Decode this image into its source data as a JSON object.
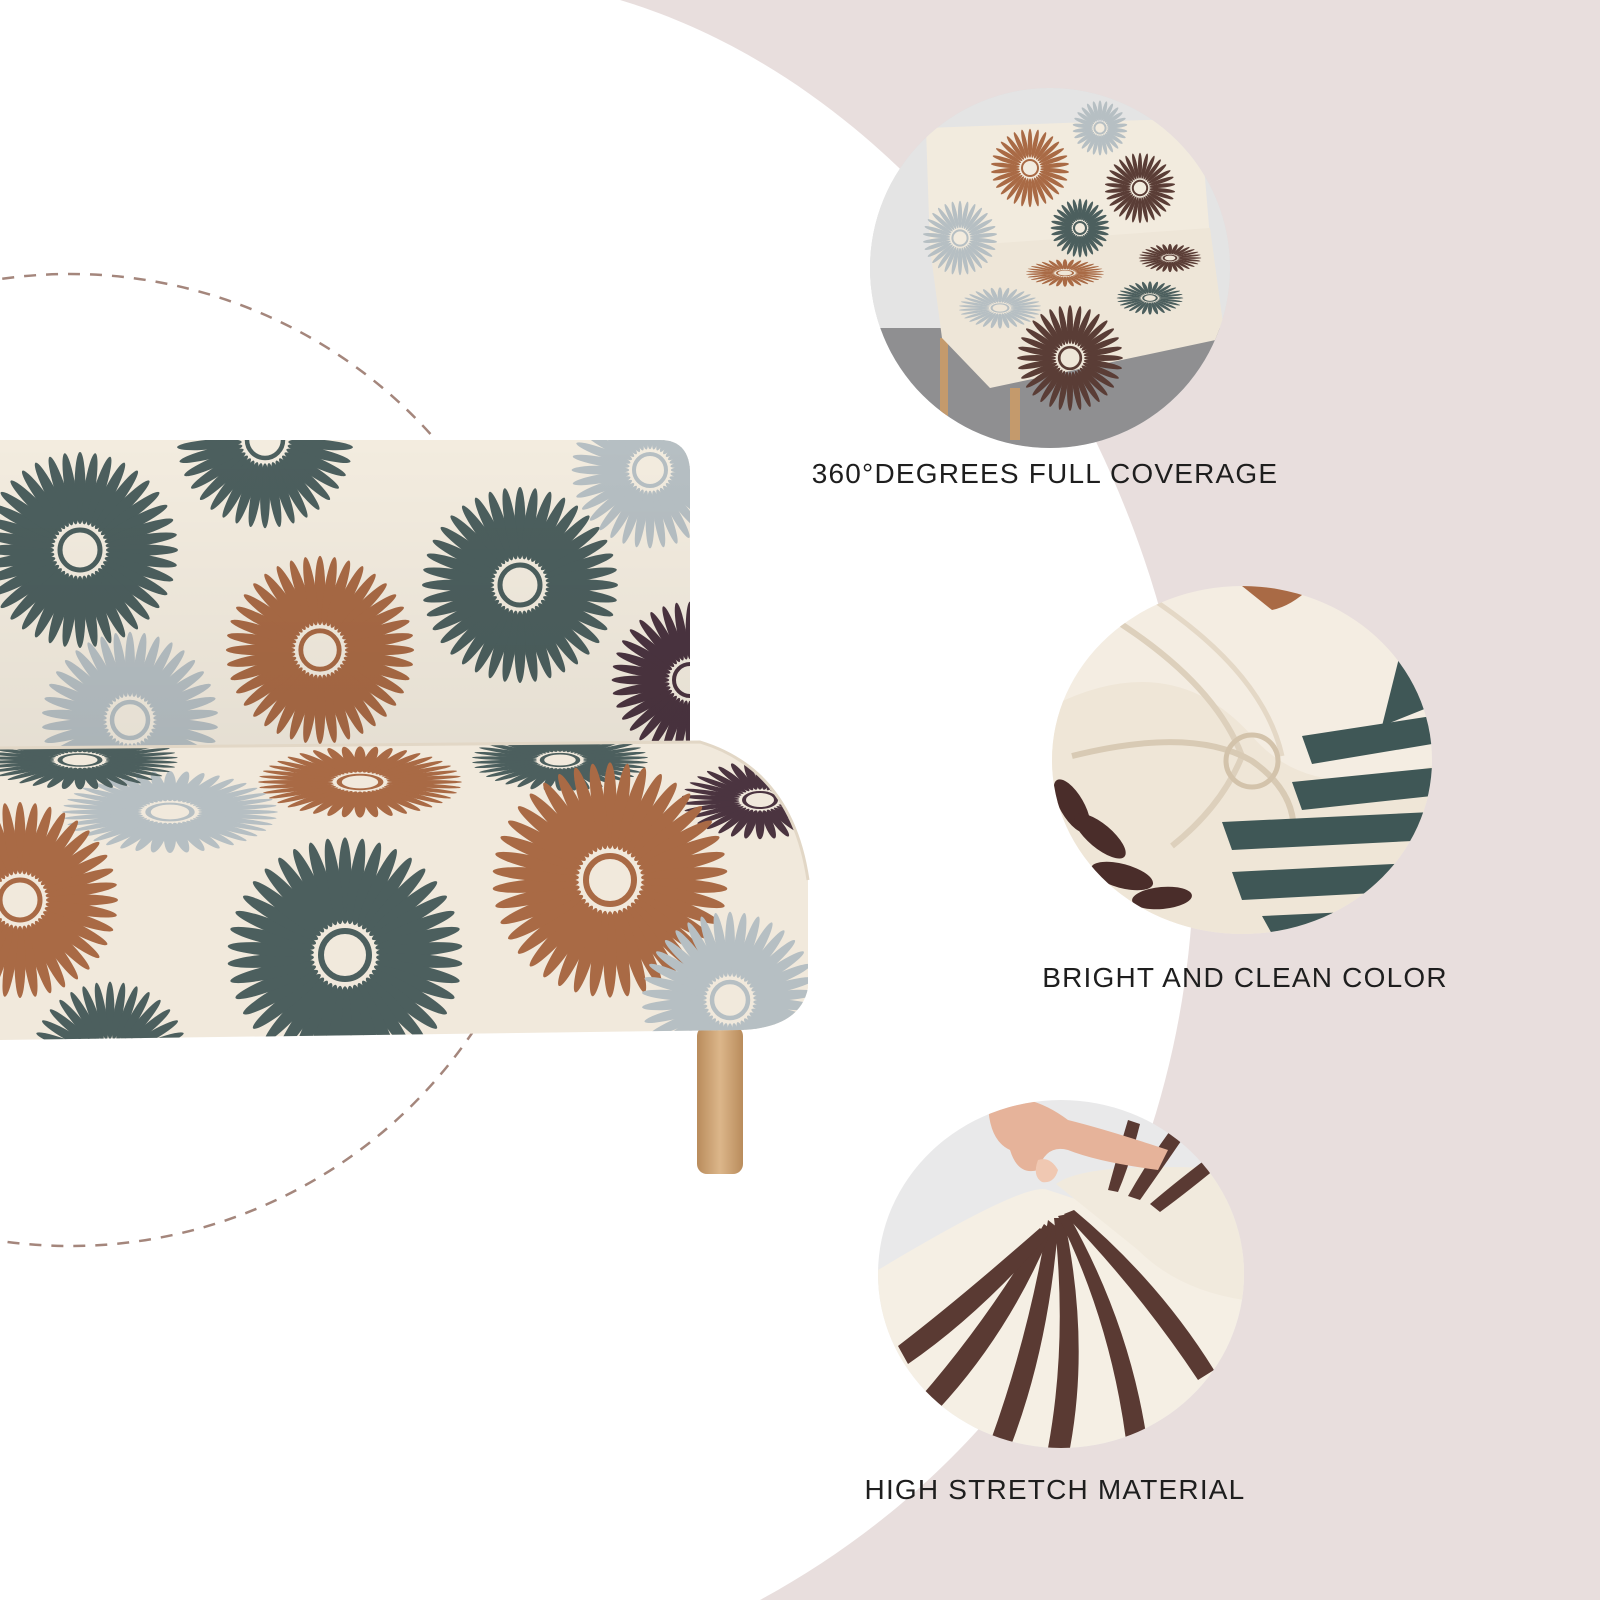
{
  "colors": {
    "background": "#e8dedd",
    "panel": "#ffffff",
    "dashed_ring": "#a4867c",
    "fabric_cream": "#f3ecdf",
    "motif_slate": "#4c5f5e",
    "motif_rust": "#a96a45",
    "motif_light_gray": "#b6bfc3",
    "motif_plum": "#4b3440",
    "motif_brown": "#5a3d36",
    "wood_leg": "#d2a97a"
  },
  "product_image": {
    "subject": "armless sofa with printed stretch slipcover"
  },
  "features": [
    {
      "caption": "360°DEGREES FULL COVERAGE",
      "icon": "chair-photo-icon"
    },
    {
      "caption": "BRIGHT AND CLEAN COLOR",
      "icon": "fabric-swirl-photo-icon"
    },
    {
      "caption": "HIGH STRETCH MATERIAL",
      "icon": "stretch-fabric-photo-icon"
    }
  ]
}
